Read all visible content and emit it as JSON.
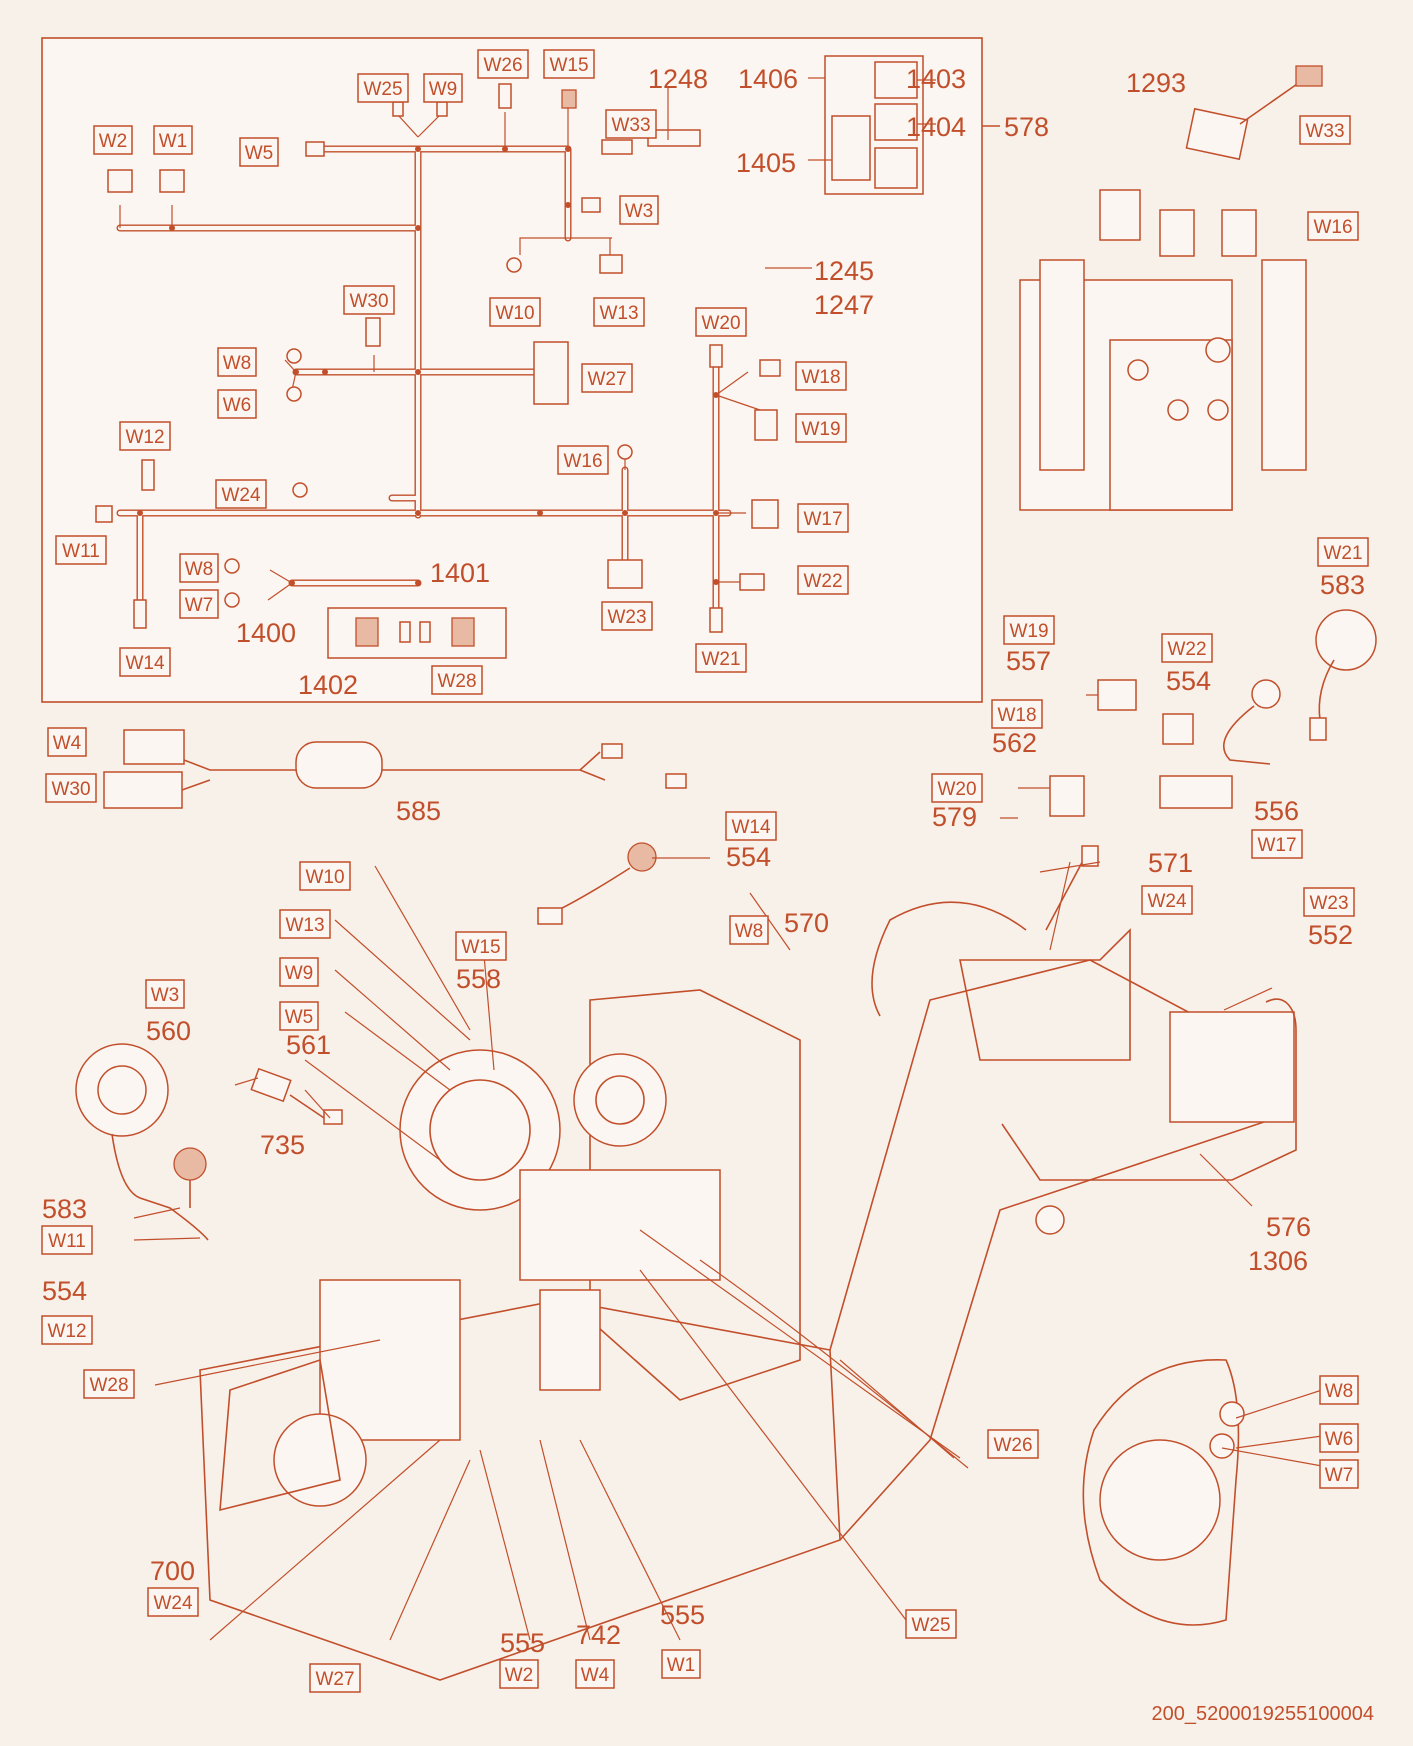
{
  "colors": {
    "ink": "#c24f2b",
    "paper": "#f8f1ea"
  },
  "wire_tags": {
    "W1": "W1",
    "W2": "W2",
    "W3": "W3",
    "W4": "W4",
    "W5": "W5",
    "W6": "W6",
    "W7": "W7",
    "W8": "W8",
    "W9": "W9",
    "W10": "W10",
    "W11": "W11",
    "W12": "W12",
    "W13": "W13",
    "W14": "W14",
    "W15": "W15",
    "W16": "W16",
    "W17": "W17",
    "W18": "W18",
    "W19": "W19",
    "W20": "W20",
    "W21": "W21",
    "W22": "W22",
    "W23": "W23",
    "W24": "W24",
    "W25": "W25",
    "W26": "W26",
    "W27": "W27",
    "W28": "W28",
    "W30": "W30",
    "W33": "W33"
  },
  "part_numbers": {
    "p552": "552",
    "p554": "554",
    "p555": "555",
    "p556": "556",
    "p557": "557",
    "p558": "558",
    "p560": "560",
    "p561": "561",
    "p562": "562",
    "p570": "570",
    "p571": "571",
    "p576": "576",
    "p578": "578",
    "p579": "579",
    "p583": "583",
    "p585": "585",
    "p700": "700",
    "p735": "735",
    "p742": "742",
    "p1245": "1245",
    "p1247": "1247",
    "p1248": "1248",
    "p1293": "1293",
    "p1306": "1306",
    "p1400": "1400",
    "p1401": "1401",
    "p1402": "1402",
    "p1403": "1403",
    "p1404": "1404",
    "p1405": "1405",
    "p1406": "1406"
  },
  "footer": {
    "drawing_id": "200_5200019255100004"
  }
}
